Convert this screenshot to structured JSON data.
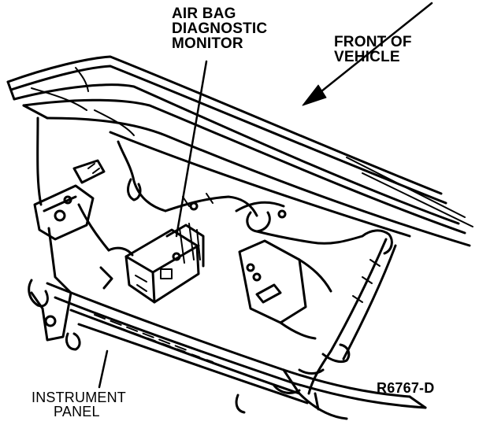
{
  "labels": {
    "monitor_line1": "AIR BAG",
    "monitor_line2": "DIAGNOSTIC",
    "monitor_line3": "MONITOR",
    "front_line1": "FRONT OF",
    "front_line2": "VEHICLE",
    "panel_line1": "INSTRUMENT",
    "panel_line2": "PANEL",
    "figure_code": "R6767-D"
  },
  "colors": {
    "ink": "#000000",
    "paper": "#ffffff"
  }
}
